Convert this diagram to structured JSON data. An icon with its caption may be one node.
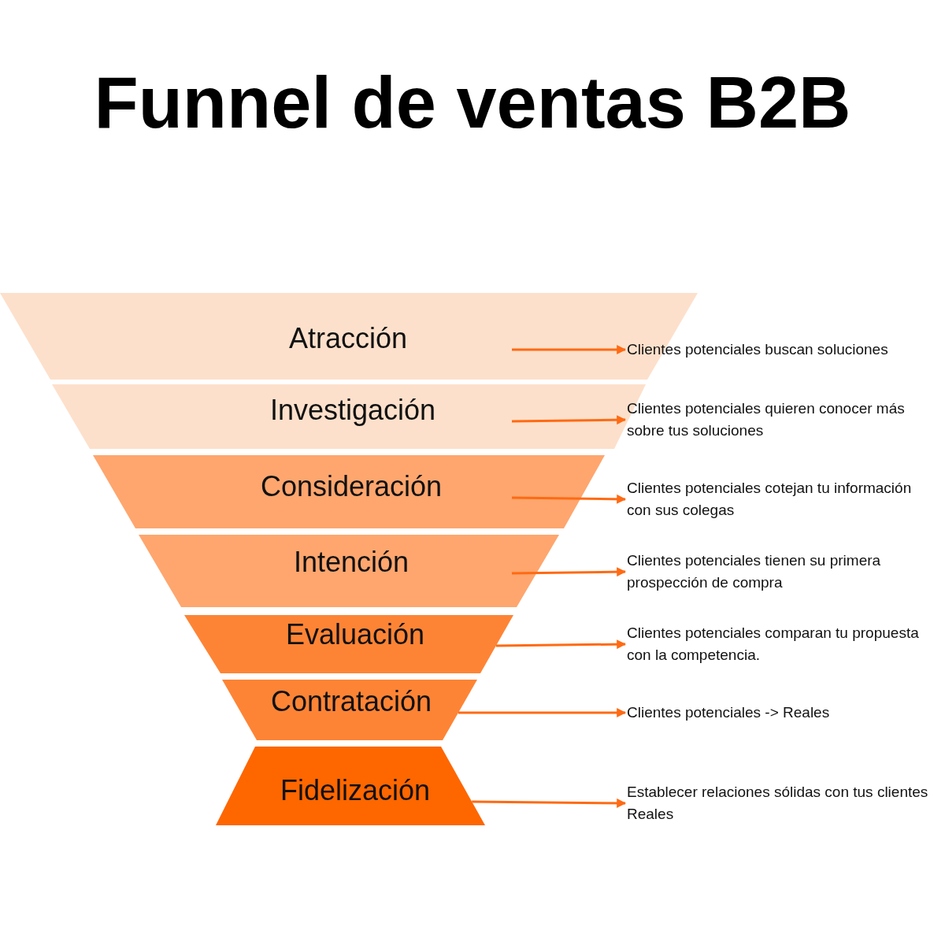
{
  "diagram": {
    "title": "Funnel de ventas B2B",
    "nodes": [
      {
        "text": [
          "Atracción"
        ]
      },
      {
        "text": [
          "Investigación"
        ]
      },
      {
        "text": [
          "Consideración"
        ]
      },
      {
        "text": [
          "Intención"
        ]
      },
      {
        "text": [
          "Evaluación"
        ]
      },
      {
        "text": [
          "Contratación"
        ]
      },
      {
        "text": [
          "Fidelización"
        ]
      },
      {
        "text": [
          "Clientes potenciales buscan soluciones"
        ]
      },
      {
        "text": [
          "Clientes potenciales quieren conocer más sobre tus soluciones"
        ]
      },
      {
        "text": [
          "Clientes potenciales cotejan tu información con sus colegas"
        ]
      },
      {
        "text": [
          "Clientes potenciales tienen su primera prospección de compra"
        ]
      },
      {
        "text": [
          "Clientes potenciales comparan tu propuesta con la competencia."
        ]
      },
      {
        "text": [
          "Clientes potenciales -> Reales"
        ]
      },
      {
        "text": [
          "Establecer relaciones sólidas con tus clientes Reales"
        ]
      }
    ],
    "edges": [
      {
        "from": 0,
        "to": 7,
        "arrow": "to"
      },
      {
        "from": 1,
        "to": 8,
        "arrow": "to"
      },
      {
        "from": 2,
        "to": 9,
        "arrow": "to"
      },
      {
        "from": 3,
        "to": 10,
        "arrow": "to"
      },
      {
        "from": 4,
        "to": 11,
        "arrow": "to"
      },
      {
        "from": 5,
        "to": 12,
        "arrow": "to"
      },
      {
        "from": 6,
        "to": 13,
        "arrow": "to"
      }
    ]
  }
}
